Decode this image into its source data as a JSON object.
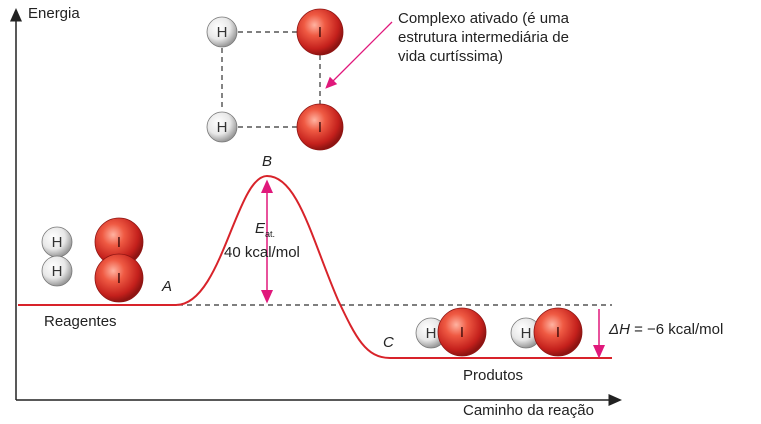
{
  "axes": {
    "y_label": "Energia",
    "x_label": "Caminho da reação"
  },
  "points": {
    "a": "A",
    "b": "B",
    "c": "C"
  },
  "annotations": {
    "activated_complex": [
      "Complexo ativado (é uma",
      "estrutura intermediária de",
      "vida curtíssima)"
    ],
    "activation_energy_symbol": "E",
    "activation_energy_sub": "at.",
    "activation_energy_value": "40 kcal/mol",
    "delta_h_symbol": "ΔH",
    "delta_h_value": "= −6 kcal/mol"
  },
  "regions": {
    "reactants": "Reagentes",
    "products": "Produtos"
  },
  "atoms": {
    "hydrogen": "H",
    "iodine": "I"
  },
  "colors": {
    "curve": "#d8232a",
    "arrow": "#e0187b",
    "axis": "#222222",
    "dashed": "#333333",
    "iodine_fill": "#e23a2a",
    "hydrogen_fill": "#e9e9e9"
  }
}
